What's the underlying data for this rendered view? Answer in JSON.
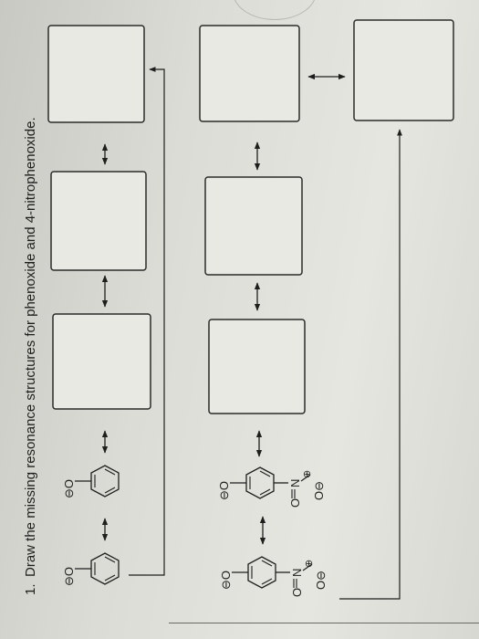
{
  "question": {
    "number": "1.",
    "text": "Draw the missing resonance structures for phenoxide and 4-nitrophenoxide."
  },
  "phenoxide_row": {
    "structure_1": {
      "charge_label": "⊖O"
    },
    "structure_2": {
      "charge_label": "⊖O"
    }
  },
  "nitrophenoxide_row": {
    "structure_1": {
      "oxygen_label": "⊖O",
      "nitro_n": "N",
      "nitro_plus": "⊕",
      "nitro_o_top": "O",
      "nitro_o_bottom": "O⊖"
    },
    "structure_2": {
      "oxygen_label": "⊖O",
      "nitro_n": "N",
      "nitro_plus": "⊕",
      "nitro_o_top": "O",
      "nitro_o_bottom": "O⊖"
    }
  },
  "colors": {
    "ink": "#1e1e1e",
    "box_fill": "#e9e9e4",
    "box_border": "#2a2a2a"
  }
}
